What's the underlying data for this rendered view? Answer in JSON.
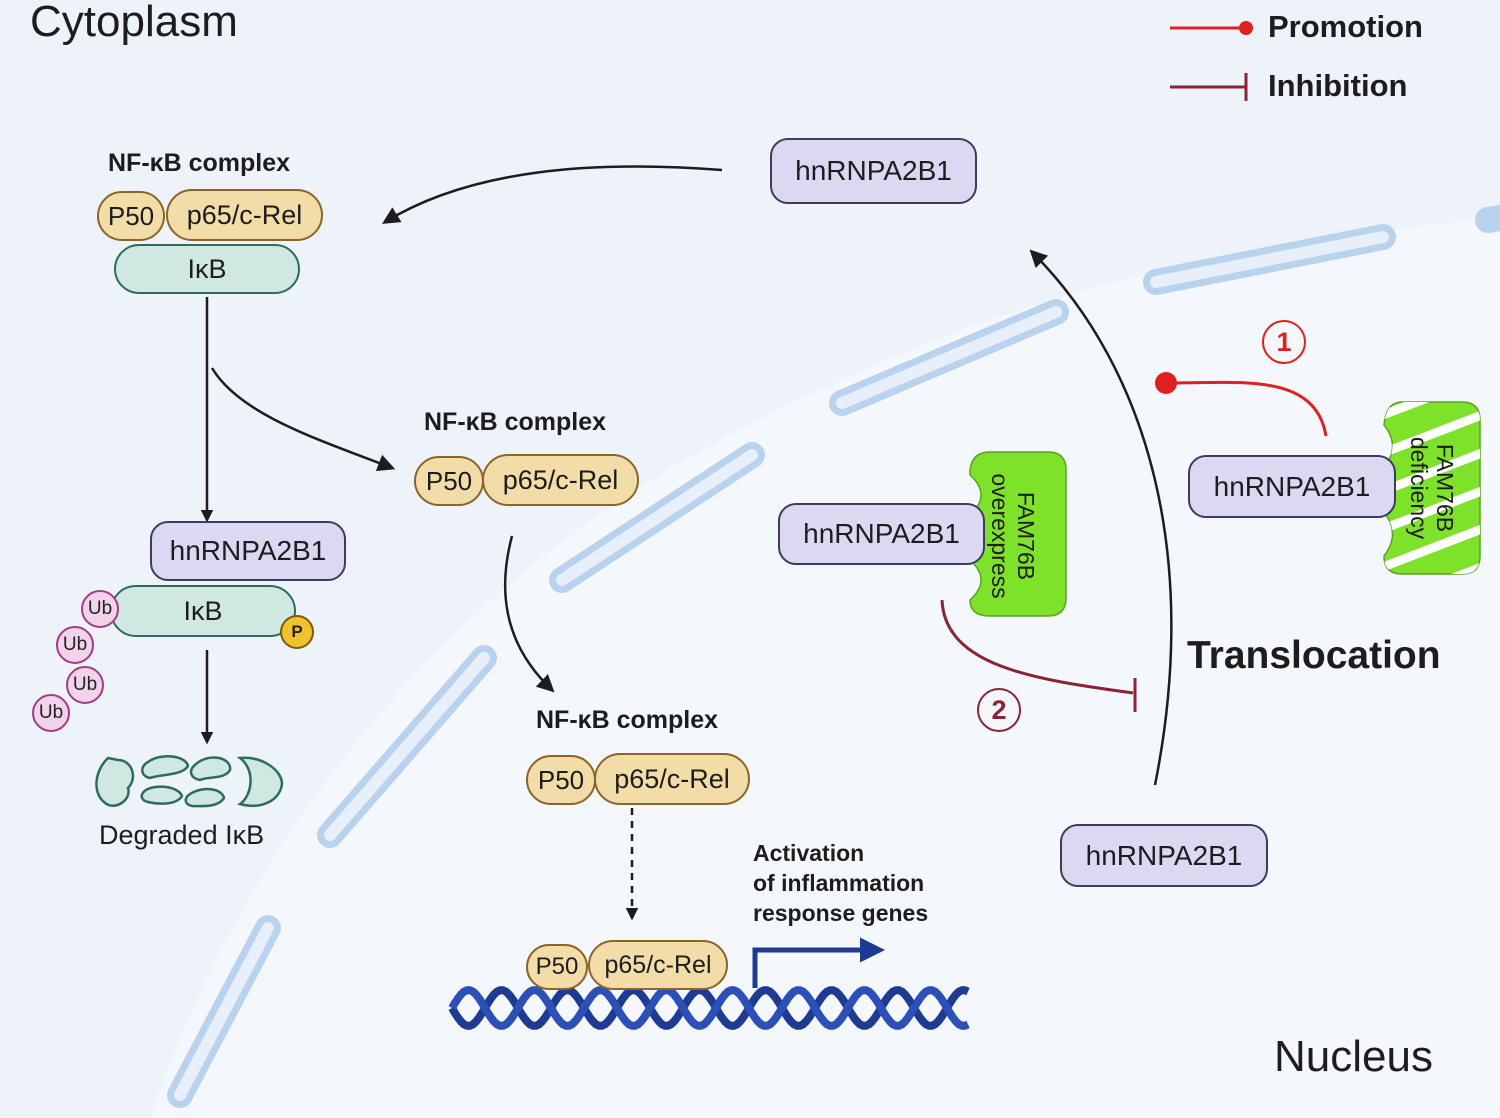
{
  "regions": {
    "cytoplasm": "Cytoplasm",
    "nucleus": "Nucleus"
  },
  "legend": {
    "promotion": "Promotion",
    "inhibition": "Inhibition"
  },
  "complexes": {
    "top": {
      "title": "NF-κB complex",
      "p50": "P50",
      "p65": "p65/c-Rel",
      "ikb": "IκB"
    },
    "mid": {
      "title": "NF-κB complex",
      "p50": "P50",
      "p65": "p65/c-Rel"
    },
    "nuc": {
      "title": "NF-κB complex",
      "p50": "P50",
      "p65": "p65/c-Rel"
    },
    "dna": {
      "p50": "P50",
      "p65": "p65/c-Rel"
    }
  },
  "ubiquitin_complex": {
    "hnrnp": "hnRNPA2B1",
    "ikb": "IκB",
    "ub": [
      "Ub",
      "Ub",
      "Ub",
      "Ub"
    ],
    "phospho": "P"
  },
  "degraded": {
    "label": "Degraded IκB"
  },
  "hnrnp_labels": {
    "top": "hnRNPA2B1",
    "overexpress": "hnRNPA2B1",
    "deficiency": "hnRNPA2B1",
    "nuclear": "hnRNPA2B1"
  },
  "fam76b": {
    "overexpress": [
      "FAM76B",
      "overexpress"
    ],
    "deficiency": [
      "FAM76B",
      "deficiency"
    ]
  },
  "markers": {
    "one": "①",
    "two": "②"
  },
  "translocation": "Translocation",
  "activation": [
    "Activation",
    "of inflammation",
    "response genes"
  ],
  "colors": {
    "background": "#eef3fa",
    "membrane": "#bcd5ef",
    "promotion": "#e02020",
    "inhibition": "#8a2434",
    "dna": "#1f3a93",
    "fam76b": "#7ee12a"
  }
}
